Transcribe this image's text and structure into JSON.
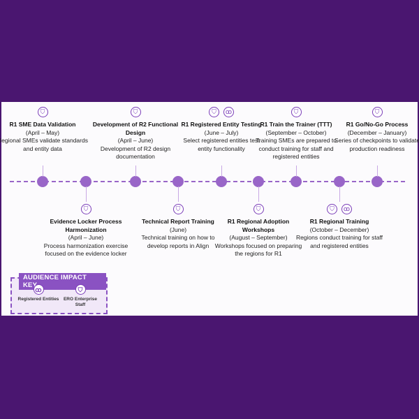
{
  "top_items": [
    {
      "title": "R1 SME Data Validation",
      "dates": "(April – May)",
      "desc": "Regional SMEs validate standards and entity data",
      "icons": [
        "shield-icon"
      ]
    },
    {
      "title": "Development of R2 Functional Design",
      "dates": "(April – June)",
      "desc": "Development of R2 design documentation",
      "icons": [
        "shield-icon"
      ]
    },
    {
      "title": "R1 Registered Entity Testing",
      "dates": "(June – July)",
      "desc": "Select registered entities test entity functionality",
      "icons": [
        "shield-icon",
        "people-icon"
      ]
    },
    {
      "title": "R1 Train the Trainer (TTT)",
      "dates": "(September – October)",
      "desc": "Training SMEs are prepared to conduct training for staff and registered entities",
      "icons": [
        "shield-icon"
      ]
    },
    {
      "title": "R1 Go/No-Go Process",
      "dates": "(December – January)",
      "desc": "Series of checkpoints to validate production readiness",
      "icons": [
        "shield-icon"
      ]
    }
  ],
  "bottom_items": [
    {
      "title": "Evidence Locker Process Harmonization",
      "dates": "(April – June)",
      "desc": "Process harmonization exercise focused on the evidence locker",
      "icons": [
        "shield-icon"
      ]
    },
    {
      "title": "Technical Report Training",
      "dates": "(June)",
      "desc": "Technical training on how to develop reports in Align",
      "icons": [
        "shield-icon"
      ]
    },
    {
      "title": "R1 Regional Adoption Workshops",
      "dates": "(August – September)",
      "desc": "Workshops focused on preparing the regions for R1",
      "icons": [
        "shield-icon"
      ]
    },
    {
      "title": "R1 Regional Training",
      "dates": "(October – December)",
      "desc": "Regions conduct training for staff and registered entities",
      "icons": [
        "shield-icon",
        "people-icon"
      ]
    }
  ],
  "key": {
    "title": "AUDIENCE IMPACT KEY",
    "registered": "Registered Entities",
    "staff": "ERO Enterprise Staff"
  },
  "colors": {
    "background": "#4a1670",
    "accent": "#9966c8",
    "icon": "#7a3db8"
  }
}
